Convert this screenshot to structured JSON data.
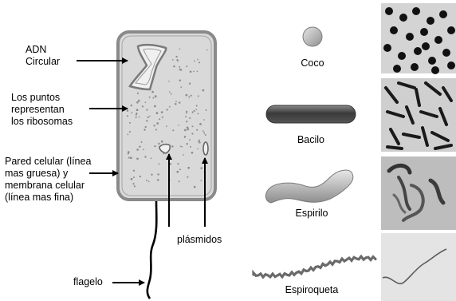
{
  "labels": {
    "dna": "ADN\nCircular",
    "ribosomes": "Los puntos\nrepresentan\nlos ribosomas",
    "wall": "Pared celular (línea\nmas gruesa) y\nmembrana celular\n(línea mas fina)",
    "plasmids": "plásmidos",
    "flagellum": "flagelo"
  },
  "shapes": {
    "coccus": "Coco",
    "bacillus": "Bacilo",
    "spirillum": "Espirilo",
    "spirochete": "Espiroqueta"
  },
  "colors": {
    "cell_fill": "#d9d9d9",
    "cell_wall": "#8a8a8a",
    "ink": "#000000"
  }
}
